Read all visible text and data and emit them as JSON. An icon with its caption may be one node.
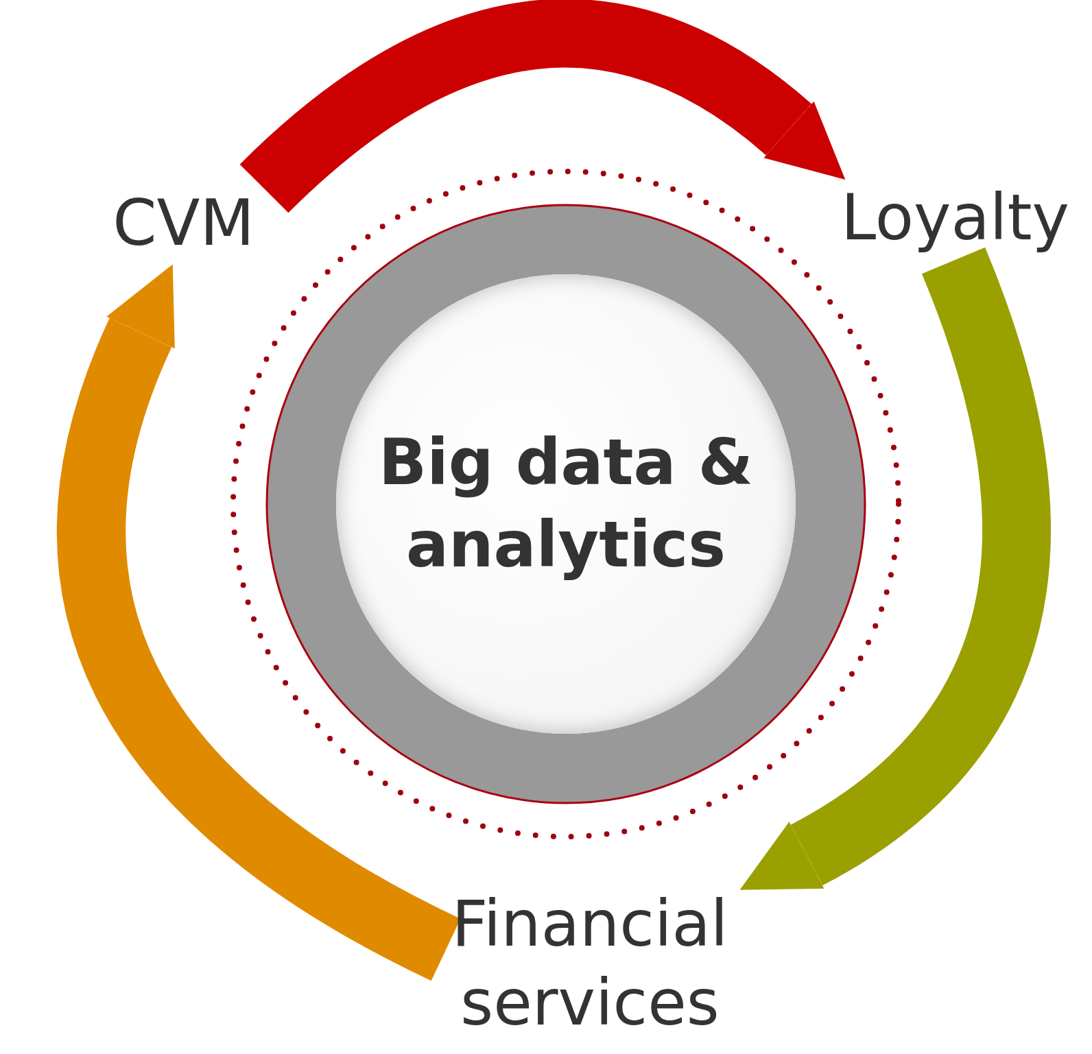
{
  "diagram": {
    "nodes": [
      {
        "text": [
          "Big data & analytics"
        ]
      },
      {
        "text": [
          "CVM"
        ]
      },
      {
        "text": [
          "Loyalty"
        ]
      },
      {
        "text": [
          "Financial services"
        ]
      }
    ],
    "edges": [
      {
        "from": 1,
        "to": 2,
        "arrow": "to",
        "color": "#cc0000"
      },
      {
        "from": 2,
        "to": 3,
        "arrow": "to",
        "color": "#99a000"
      },
      {
        "from": 3,
        "to": 1,
        "arrow": "to",
        "color": "#e08a00"
      }
    ]
  }
}
